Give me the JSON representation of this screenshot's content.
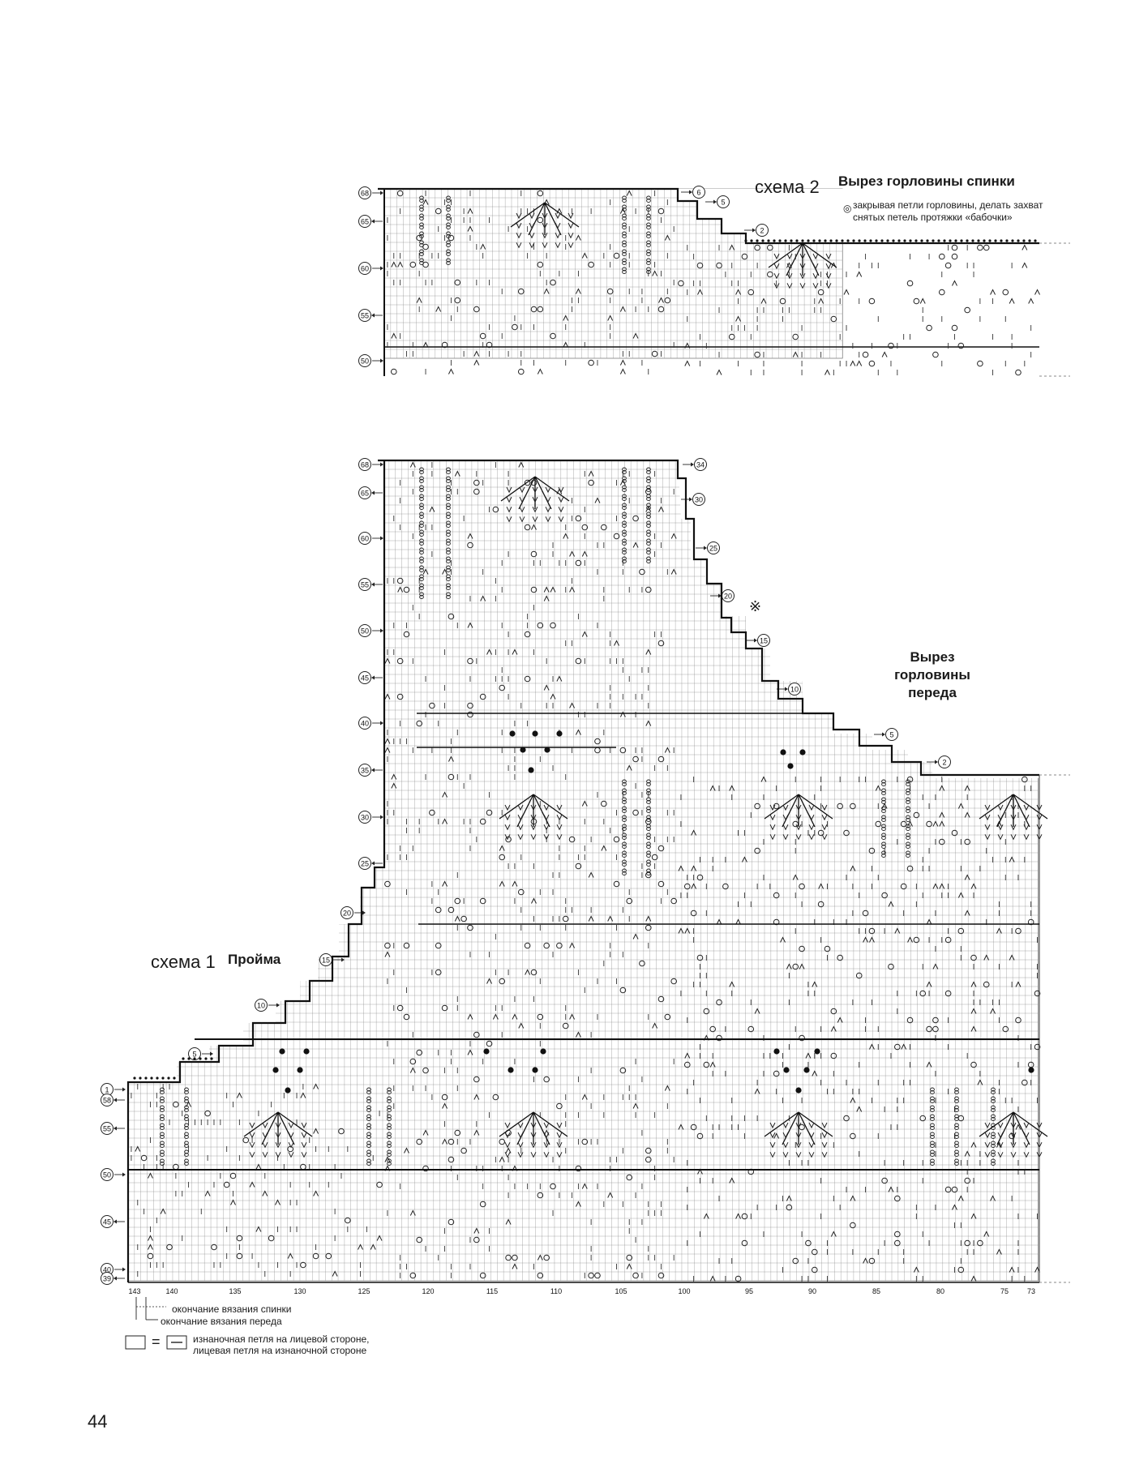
{
  "page_number": "44",
  "schema2": {
    "title": "схема 2",
    "heading": "Вырез горловины спинки",
    "note_line1": "закрывая петли горловины, делать захват",
    "note_line2": "снятых петель протяжки «бабочки»",
    "row_labels": [
      "68",
      "65",
      "60",
      "55",
      "50"
    ],
    "step_labels": [
      "6",
      "5",
      "2"
    ]
  },
  "schema1": {
    "title": "схема 1",
    "heading": "Пройма",
    "front_neck_line1": "Вырез",
    "front_neck_line2": "горловины",
    "front_neck_line3": "переда",
    "row_labels": [
      "68",
      "65",
      "60",
      "55",
      "50",
      "45",
      "40",
      "35",
      "30",
      "25"
    ],
    "top_step_labels": [
      "34",
      "30",
      "25",
      "20",
      "15",
      "10",
      "5",
      "2"
    ],
    "asterisk": "※",
    "armhole_step_labels": [
      "20",
      "15",
      "10",
      "5",
      "1"
    ],
    "lower_row_labels": [
      "58",
      "55",
      "50",
      "45",
      "40",
      "39"
    ],
    "column_labels": [
      "143",
      "140",
      "135",
      "130",
      "125",
      "120",
      "115",
      "110",
      "105",
      "100",
      "95",
      "90",
      "85",
      "80",
      "75",
      "73"
    ]
  },
  "legend": {
    "end_back": "окончание вязания спинки",
    "end_front": "окончание вязания переда",
    "symbol_eq": "=",
    "purl_text_line1": "изнаночная петля на лицевой стороне,",
    "purl_text_line2": "лицевая петля на изнаночной стороне"
  }
}
